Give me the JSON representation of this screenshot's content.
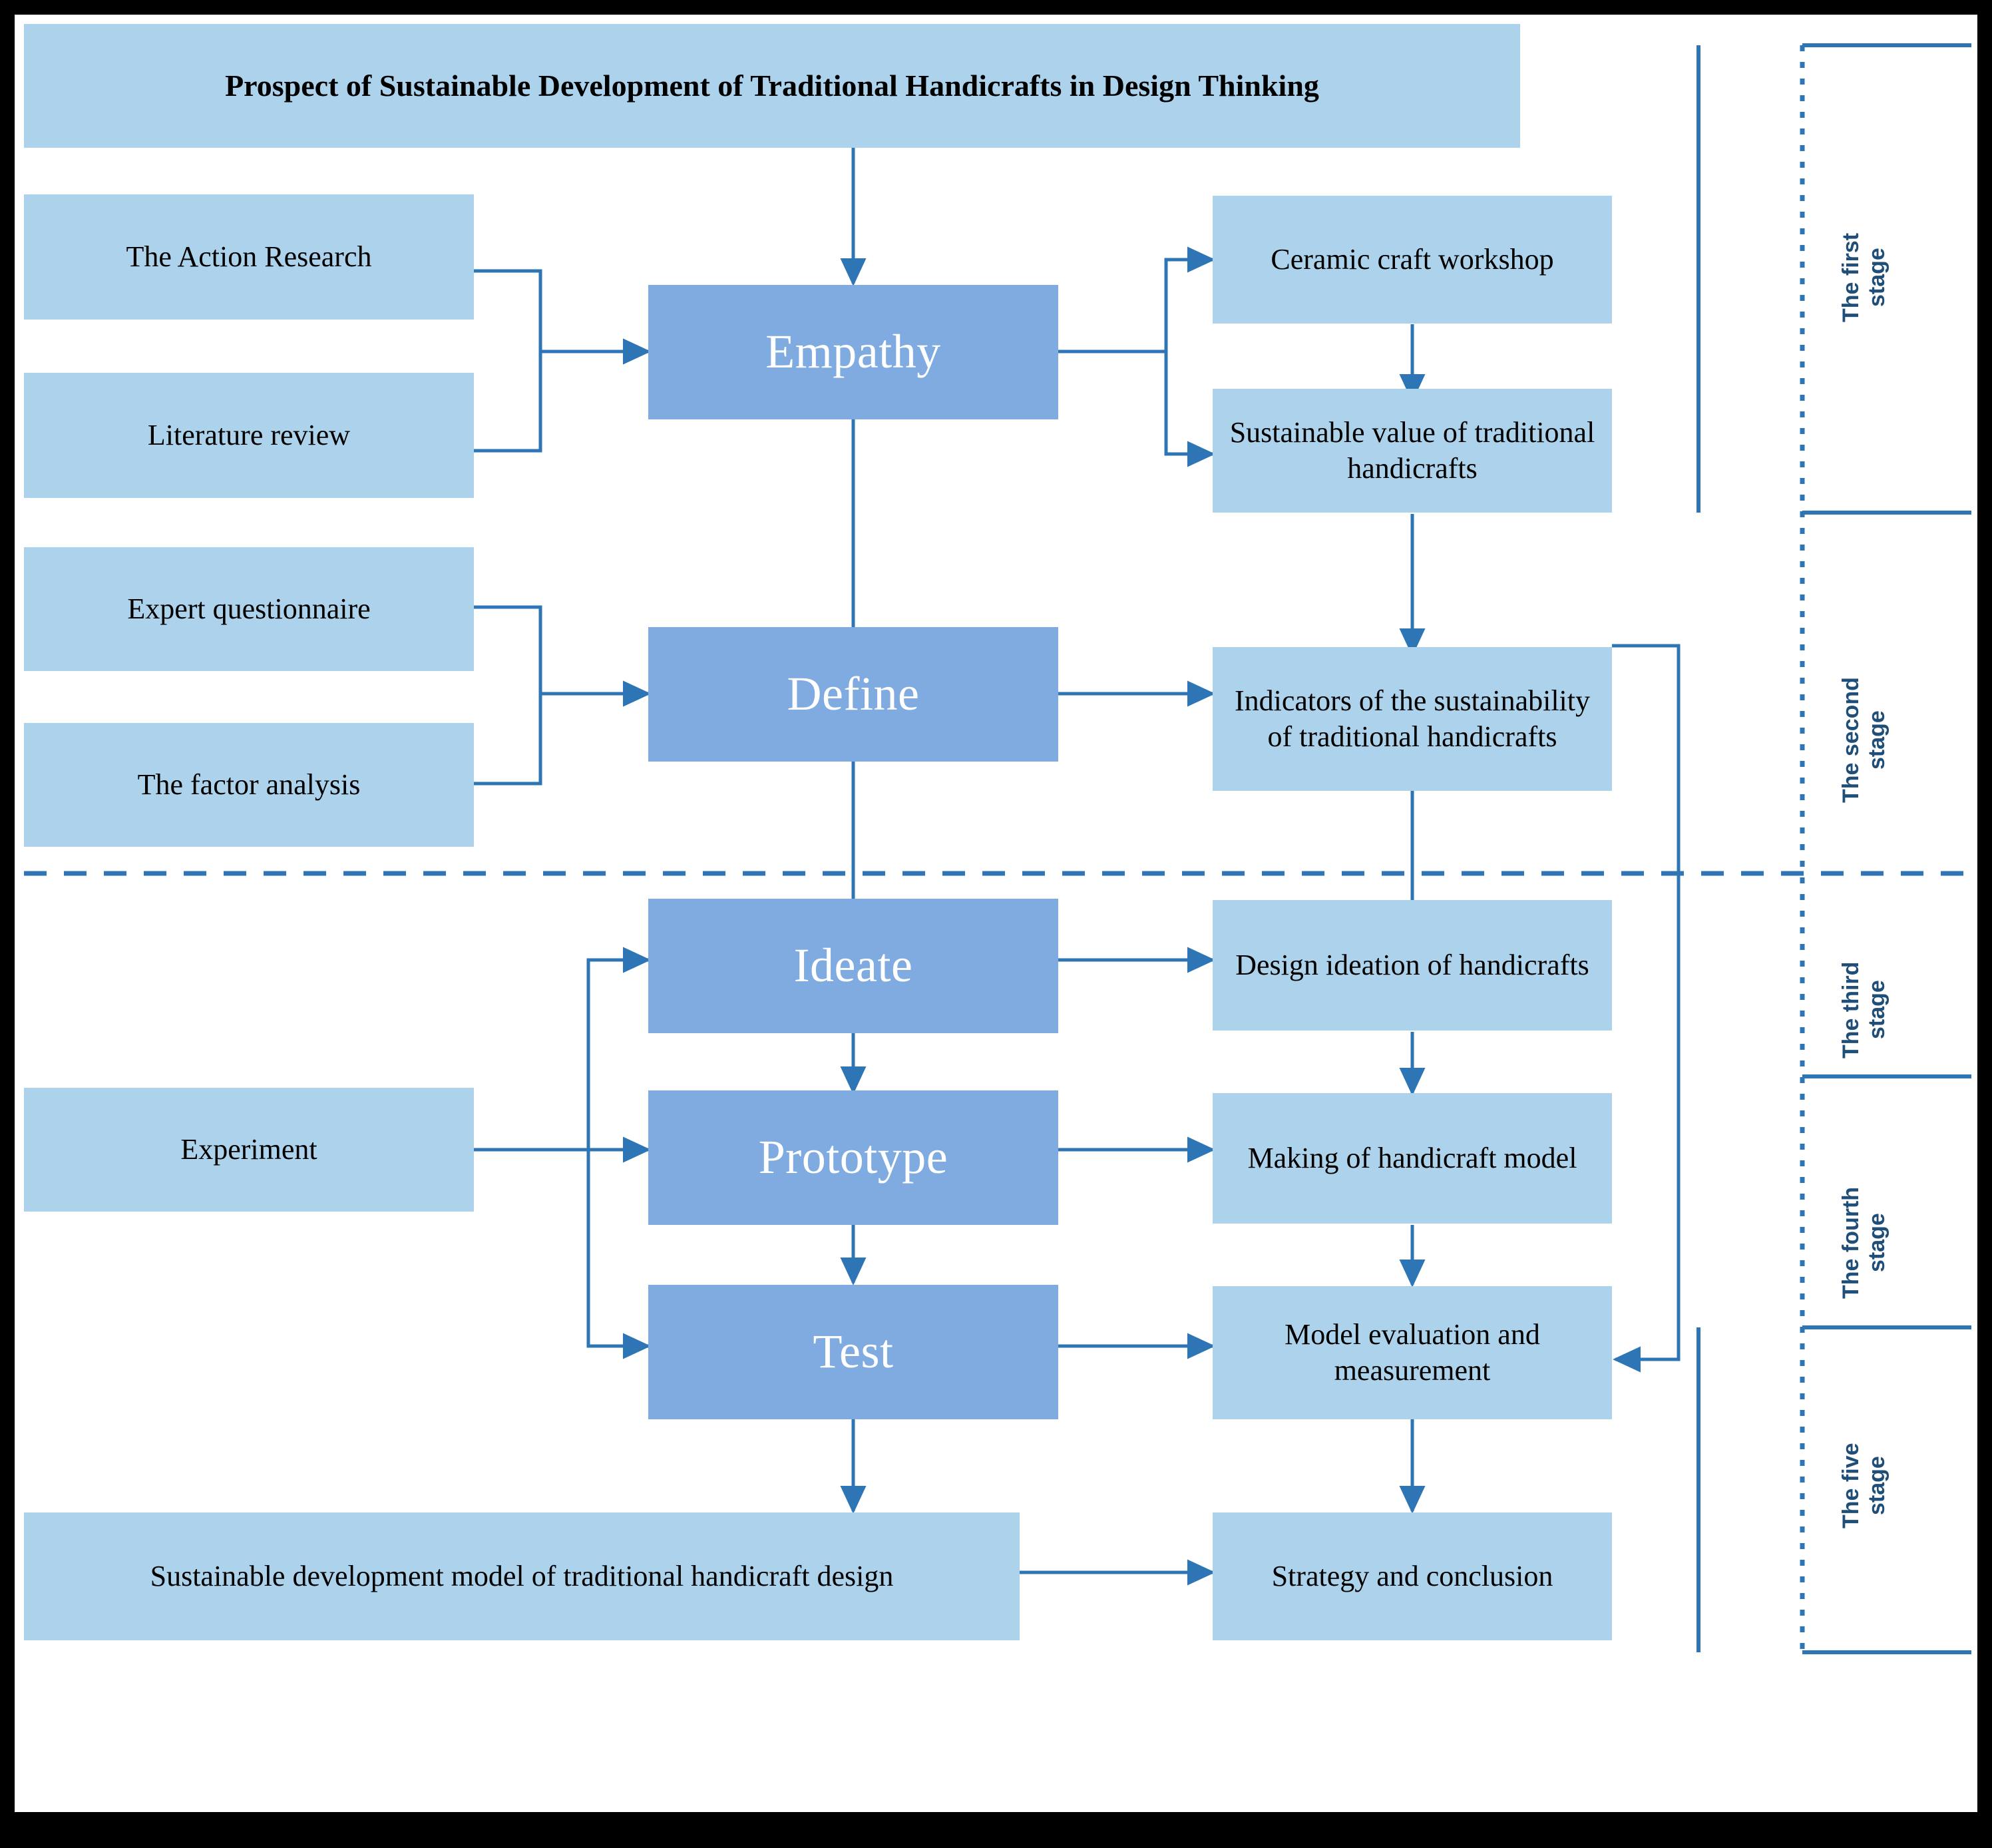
{
  "diagram": {
    "title_box": {
      "label": "Prospect of Sustainable Development of Traditional Handicrafts in Design Thinking"
    },
    "phases": [
      {
        "id": "empathy",
        "label": "Empathy"
      },
      {
        "id": "define",
        "label": "Define"
      },
      {
        "id": "ideate",
        "label": "Ideate"
      },
      {
        "id": "prototype",
        "label": "Prototype"
      },
      {
        "id": "test",
        "label": "Test"
      }
    ],
    "methods": [
      {
        "id": "action-research",
        "label": "The Action Research"
      },
      {
        "id": "literature-review",
        "label": "Literature review"
      },
      {
        "id": "expert-questionnaire",
        "label": "Expert questionnaire"
      },
      {
        "id": "factor-analysis",
        "label": "The factor analysis"
      },
      {
        "id": "experiment",
        "label": "Experiment"
      }
    ],
    "outputs": [
      {
        "id": "ceramic-craft-workshop",
        "label": "Ceramic craft workshop"
      },
      {
        "id": "sustainable-value",
        "label": "Sustainable value of traditional handicrafts"
      },
      {
        "id": "indicators",
        "label": "Indicators of the sustainability of traditional handicrafts"
      },
      {
        "id": "design-ideation",
        "label": "Design ideation of handicrafts"
      },
      {
        "id": "making-model",
        "label": "Making of handicraft model"
      },
      {
        "id": "model-evaluation",
        "label": "Model evaluation and measurement"
      },
      {
        "id": "strategy-conclusion",
        "label": "Strategy and conclusion"
      }
    ],
    "result_box": {
      "label": "Sustainable development model of traditional handicraft design"
    },
    "stages": [
      {
        "id": "stage-1",
        "label": "The first\nstage"
      },
      {
        "id": "stage-2",
        "label": "The second\nstage"
      },
      {
        "id": "stage-3",
        "label": "The third\nstage"
      },
      {
        "id": "stage-4",
        "label": "The fourth\nstage"
      },
      {
        "id": "stage-5",
        "label": "The five\nstage"
      }
    ],
    "colors": {
      "light_fill": "#ADD3EC",
      "dark_fill": "#7FABE0",
      "connector": "#2E75B6",
      "stage_text": "#1F4E79",
      "divider": "#2E75B6",
      "page_background": "#FFFFFF",
      "outer_border": "#000000"
    }
  }
}
